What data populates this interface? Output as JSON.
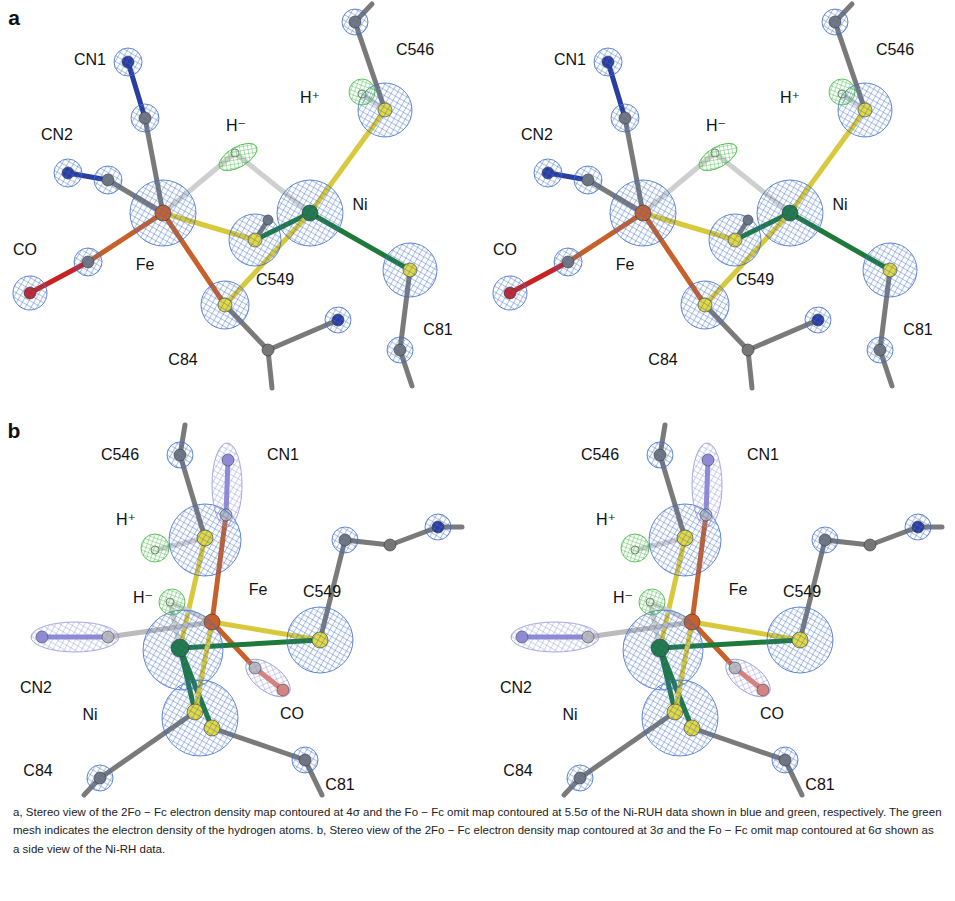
{
  "diagram": {
    "caption": "a, Stereo view of the 2Fo − Fc electron density map contoured at 4σ and the Fo − Fc omit map contoured at 5.5σ of the Ni-RUH data shown in blue and green, respectively. The green mesh indicates the electron density of the hydrogen atoms. b, Stereo view of the 2Fo − Fc electron density map contoured at 3σ and the Fo − Fc omit map contoured at 6σ shown as a side view of the Ni-RH data.",
    "labels": [
      "a",
      "CN1",
      "C546",
      "H⁻",
      "H⁺",
      "CN2",
      "Ni",
      "CO",
      "Fe",
      "C549",
      "C84",
      "C81",
      "CN1",
      "C546",
      "H⁻",
      "H⁺",
      "CN2",
      "Ni",
      "CO",
      "Fe",
      "C549",
      "C84",
      "C81",
      "b",
      "C546",
      "CN1",
      "H⁺",
      "H⁻",
      "Fe",
      "C549",
      "CN2",
      "Ni",
      "CO",
      "C84",
      "C81",
      "C546",
      "CN1",
      "H⁺",
      "H⁻",
      "Fe",
      "C549",
      "CN2",
      "Ni",
      "CO",
      "C84",
      "C81"
    ]
  }
}
